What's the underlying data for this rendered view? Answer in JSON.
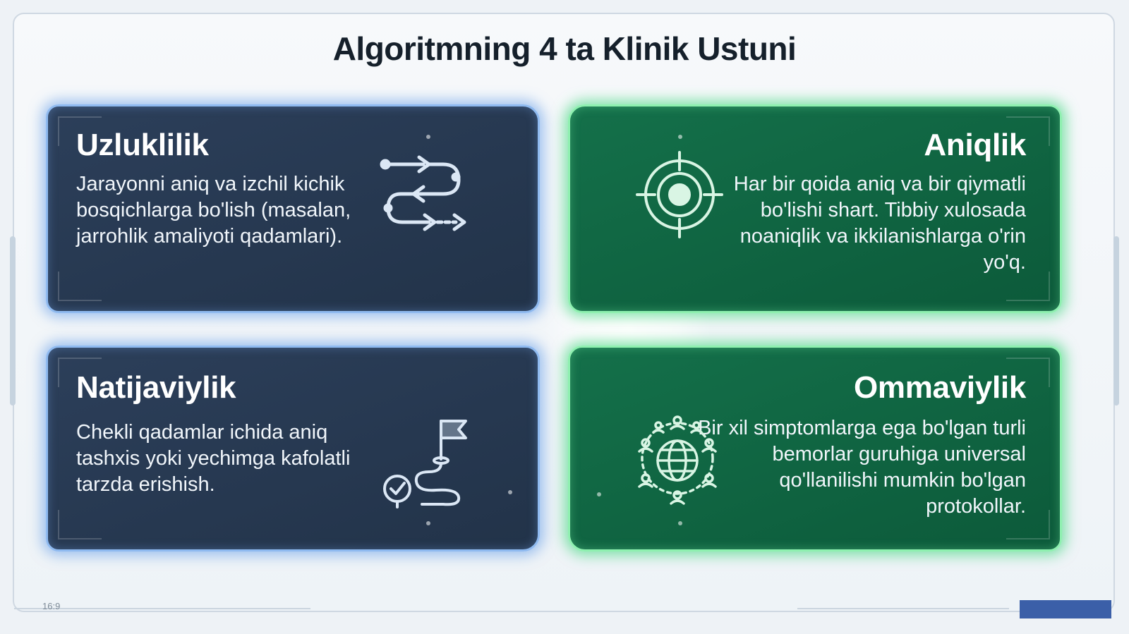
{
  "title": "Algoritmning 4 ta Klinik Ustuni",
  "cards": [
    {
      "title": "Uzluklilik",
      "description": "Jarayonni aniq va izchil kichik bosqichlarga bo'lish (masalan, jarrohlik amaliyoti qadamlari).",
      "icon": "steps-path-icon",
      "color": "#223349"
    },
    {
      "title": "Aniqlik",
      "description": "Har bir qoida aniq va bir qiymatli bo'lishi shart. Tibbiy xulosada noaniqlik va ikkilanishlarga o'rin yo'q.",
      "icon": "target-icon",
      "color": "#0c5a3a"
    },
    {
      "title": "Natijaviylik",
      "description": "Chekli qadamlar ichida aniq tashxis yoki yechimga kafolatli tarzda erishish.",
      "icon": "flag-goal-icon",
      "color": "#223349"
    },
    {
      "title": "Ommaviylik",
      "description": "Bir xil simptomlarga ega bo'lgan turli bemorlar guruhiga universal qo'llanilishi mumkin bo'lgan protokollar.",
      "icon": "globe-people-icon",
      "color": "#0c5a3a"
    }
  ],
  "footer": {
    "aspect": "16:9"
  },
  "colors": {
    "blue_glow": "#8fbaf0",
    "green_glow": "#8ff0b0",
    "accent": "#3b5fa8"
  }
}
